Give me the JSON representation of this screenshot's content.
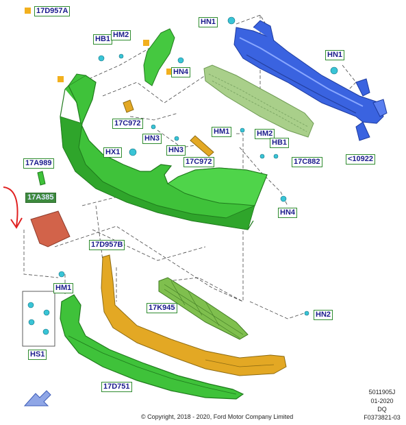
{
  "labels": {
    "l17D957A": "17D957A",
    "HN1_top": "HN1",
    "HB1_top": "HB1",
    "HM2_top": "HM2",
    "HN4_top": "HN4",
    "HN1_right": "HN1",
    "l17C972_a": "17C972",
    "HN3_a": "HN3",
    "HM1_mid": "HM1",
    "HM2_mid": "HM2",
    "HB1_mid": "HB1",
    "HX1": "HX1",
    "HN3_b": "HN3",
    "l17C972_b": "17C972",
    "l17C882": "17C882",
    "l10922": "<10922",
    "l17A989": "17A989",
    "l17A385": "17A385",
    "HN4_mid": "HN4",
    "l17D957B": "17D957B",
    "HM1_low": "HM1",
    "l17K945": "17K945",
    "HN2": "HN2",
    "HS1": "HS1",
    "l17D751": "17D751"
  },
  "footer": {
    "copyright": "© Copyright, 2018 - 2020, Ford Motor Company Limited",
    "code1": "5011905J",
    "code2": "01-2020",
    "code3": "DQ",
    "code4": "F0373821-03"
  },
  "colors": {
    "bumper_green": "#3fc23a",
    "beam_blue": "#3a63e0",
    "absorber_green": "#a9cf8a",
    "reinforcement_orange": "#e3a824",
    "plate_red": "#d2634a",
    "fastener_cyan": "#39c4d6",
    "annotation_red": "#e02020",
    "label_text": "#1a1a8c",
    "label_border": "#2e8b2e"
  }
}
